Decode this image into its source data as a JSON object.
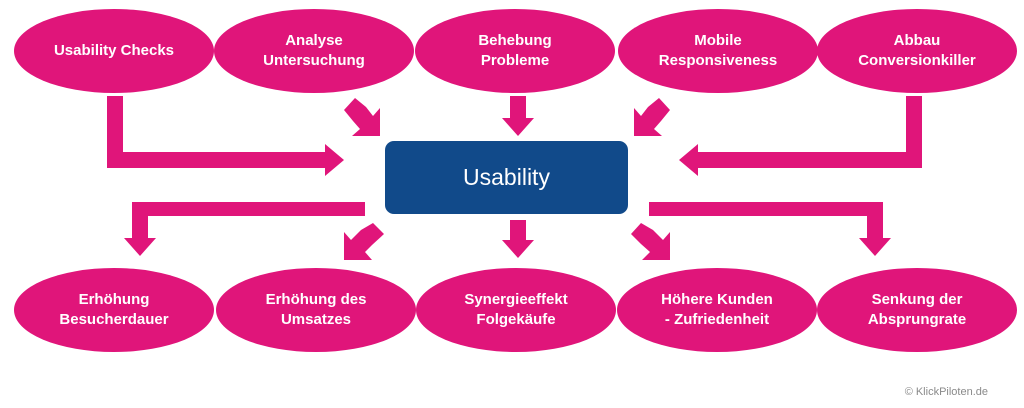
{
  "center": {
    "label": "Usability"
  },
  "top_nodes": [
    {
      "label": "Usability Checks"
    },
    {
      "label": "Analyse\nUntersuchung"
    },
    {
      "label": "Behebung\nProbleme"
    },
    {
      "label": "Mobile\nResponsiveness"
    },
    {
      "label": "Abbau\nConversionkiller"
    }
  ],
  "bottom_nodes": [
    {
      "label": "Erhöhung\nBesucherdauer"
    },
    {
      "label": "Erhöhung des\nUmsatzes"
    },
    {
      "label": "Synergieeffekt\nFolgekäufe"
    },
    {
      "label": "Höhere Kunden\n- Zufriedenheit"
    },
    {
      "label": "Senkung der\nAbsprungrate"
    }
  ],
  "copyright": "© KlickPiloten.de",
  "colors": {
    "node": "#e0157a",
    "arrow": "#e0157a",
    "center": "#114a8a",
    "text": "#ffffff"
  }
}
